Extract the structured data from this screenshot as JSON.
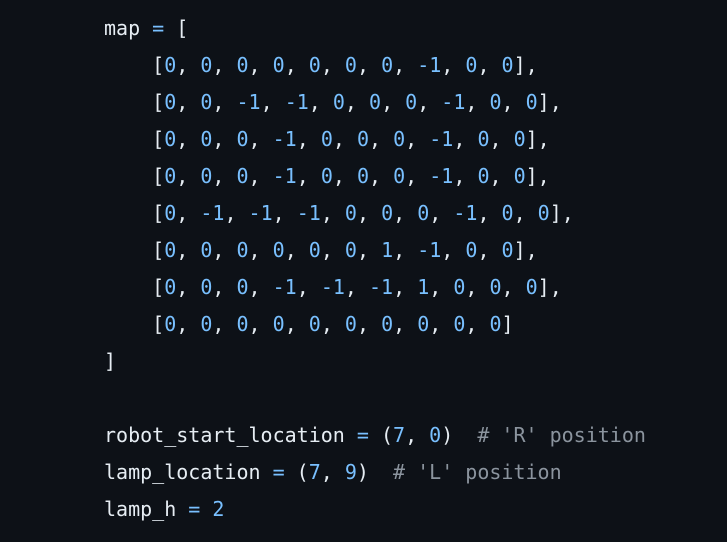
{
  "code_lines": [
    [
      {
        "k": "i",
        "t": "map"
      },
      {
        "k": "p",
        "t": " "
      },
      {
        "k": "o",
        "t": "="
      },
      {
        "k": "p",
        "t": " ["
      }
    ],
    [
      {
        "k": "p",
        "t": "    ["
      },
      {
        "k": "n",
        "t": "0"
      },
      {
        "k": "p",
        "t": ", "
      },
      {
        "k": "n",
        "t": "0"
      },
      {
        "k": "p",
        "t": ", "
      },
      {
        "k": "n",
        "t": "0"
      },
      {
        "k": "p",
        "t": ", "
      },
      {
        "k": "n",
        "t": "0"
      },
      {
        "k": "p",
        "t": ", "
      },
      {
        "k": "n",
        "t": "0"
      },
      {
        "k": "p",
        "t": ", "
      },
      {
        "k": "n",
        "t": "0"
      },
      {
        "k": "p",
        "t": ", "
      },
      {
        "k": "n",
        "t": "0"
      },
      {
        "k": "p",
        "t": ", "
      },
      {
        "k": "n",
        "t": "-1"
      },
      {
        "k": "p",
        "t": ", "
      },
      {
        "k": "n",
        "t": "0"
      },
      {
        "k": "p",
        "t": ", "
      },
      {
        "k": "n",
        "t": "0"
      },
      {
        "k": "p",
        "t": "],"
      }
    ],
    [
      {
        "k": "p",
        "t": "    ["
      },
      {
        "k": "n",
        "t": "0"
      },
      {
        "k": "p",
        "t": ", "
      },
      {
        "k": "n",
        "t": "0"
      },
      {
        "k": "p",
        "t": ", "
      },
      {
        "k": "n",
        "t": "-1"
      },
      {
        "k": "p",
        "t": ", "
      },
      {
        "k": "n",
        "t": "-1"
      },
      {
        "k": "p",
        "t": ", "
      },
      {
        "k": "n",
        "t": "0"
      },
      {
        "k": "p",
        "t": ", "
      },
      {
        "k": "n",
        "t": "0"
      },
      {
        "k": "p",
        "t": ", "
      },
      {
        "k": "n",
        "t": "0"
      },
      {
        "k": "p",
        "t": ", "
      },
      {
        "k": "n",
        "t": "-1"
      },
      {
        "k": "p",
        "t": ", "
      },
      {
        "k": "n",
        "t": "0"
      },
      {
        "k": "p",
        "t": ", "
      },
      {
        "k": "n",
        "t": "0"
      },
      {
        "k": "p",
        "t": "],"
      }
    ],
    [
      {
        "k": "p",
        "t": "    ["
      },
      {
        "k": "n",
        "t": "0"
      },
      {
        "k": "p",
        "t": ", "
      },
      {
        "k": "n",
        "t": "0"
      },
      {
        "k": "p",
        "t": ", "
      },
      {
        "k": "n",
        "t": "0"
      },
      {
        "k": "p",
        "t": ", "
      },
      {
        "k": "n",
        "t": "-1"
      },
      {
        "k": "p",
        "t": ", "
      },
      {
        "k": "n",
        "t": "0"
      },
      {
        "k": "p",
        "t": ", "
      },
      {
        "k": "n",
        "t": "0"
      },
      {
        "k": "p",
        "t": ", "
      },
      {
        "k": "n",
        "t": "0"
      },
      {
        "k": "p",
        "t": ", "
      },
      {
        "k": "n",
        "t": "-1"
      },
      {
        "k": "p",
        "t": ", "
      },
      {
        "k": "n",
        "t": "0"
      },
      {
        "k": "p",
        "t": ", "
      },
      {
        "k": "n",
        "t": "0"
      },
      {
        "k": "p",
        "t": "],"
      }
    ],
    [
      {
        "k": "p",
        "t": "    ["
      },
      {
        "k": "n",
        "t": "0"
      },
      {
        "k": "p",
        "t": ", "
      },
      {
        "k": "n",
        "t": "0"
      },
      {
        "k": "p",
        "t": ", "
      },
      {
        "k": "n",
        "t": "0"
      },
      {
        "k": "p",
        "t": ", "
      },
      {
        "k": "n",
        "t": "-1"
      },
      {
        "k": "p",
        "t": ", "
      },
      {
        "k": "n",
        "t": "0"
      },
      {
        "k": "p",
        "t": ", "
      },
      {
        "k": "n",
        "t": "0"
      },
      {
        "k": "p",
        "t": ", "
      },
      {
        "k": "n",
        "t": "0"
      },
      {
        "k": "p",
        "t": ", "
      },
      {
        "k": "n",
        "t": "-1"
      },
      {
        "k": "p",
        "t": ", "
      },
      {
        "k": "n",
        "t": "0"
      },
      {
        "k": "p",
        "t": ", "
      },
      {
        "k": "n",
        "t": "0"
      },
      {
        "k": "p",
        "t": "],"
      }
    ],
    [
      {
        "k": "p",
        "t": "    ["
      },
      {
        "k": "n",
        "t": "0"
      },
      {
        "k": "p",
        "t": ", "
      },
      {
        "k": "n",
        "t": "-1"
      },
      {
        "k": "p",
        "t": ", "
      },
      {
        "k": "n",
        "t": "-1"
      },
      {
        "k": "p",
        "t": ", "
      },
      {
        "k": "n",
        "t": "-1"
      },
      {
        "k": "p",
        "t": ", "
      },
      {
        "k": "n",
        "t": "0"
      },
      {
        "k": "p",
        "t": ", "
      },
      {
        "k": "n",
        "t": "0"
      },
      {
        "k": "p",
        "t": ", "
      },
      {
        "k": "n",
        "t": "0"
      },
      {
        "k": "p",
        "t": ", "
      },
      {
        "k": "n",
        "t": "-1"
      },
      {
        "k": "p",
        "t": ", "
      },
      {
        "k": "n",
        "t": "0"
      },
      {
        "k": "p",
        "t": ", "
      },
      {
        "k": "n",
        "t": "0"
      },
      {
        "k": "p",
        "t": "],"
      }
    ],
    [
      {
        "k": "p",
        "t": "    ["
      },
      {
        "k": "n",
        "t": "0"
      },
      {
        "k": "p",
        "t": ", "
      },
      {
        "k": "n",
        "t": "0"
      },
      {
        "k": "p",
        "t": ", "
      },
      {
        "k": "n",
        "t": "0"
      },
      {
        "k": "p",
        "t": ", "
      },
      {
        "k": "n",
        "t": "0"
      },
      {
        "k": "p",
        "t": ", "
      },
      {
        "k": "n",
        "t": "0"
      },
      {
        "k": "p",
        "t": ", "
      },
      {
        "k": "n",
        "t": "0"
      },
      {
        "k": "p",
        "t": ", "
      },
      {
        "k": "n",
        "t": "1"
      },
      {
        "k": "p",
        "t": ", "
      },
      {
        "k": "n",
        "t": "-1"
      },
      {
        "k": "p",
        "t": ", "
      },
      {
        "k": "n",
        "t": "0"
      },
      {
        "k": "p",
        "t": ", "
      },
      {
        "k": "n",
        "t": "0"
      },
      {
        "k": "p",
        "t": "],"
      }
    ],
    [
      {
        "k": "p",
        "t": "    ["
      },
      {
        "k": "n",
        "t": "0"
      },
      {
        "k": "p",
        "t": ", "
      },
      {
        "k": "n",
        "t": "0"
      },
      {
        "k": "p",
        "t": ", "
      },
      {
        "k": "n",
        "t": "0"
      },
      {
        "k": "p",
        "t": ", "
      },
      {
        "k": "n",
        "t": "-1"
      },
      {
        "k": "p",
        "t": ", "
      },
      {
        "k": "n",
        "t": "-1"
      },
      {
        "k": "p",
        "t": ", "
      },
      {
        "k": "n",
        "t": "-1"
      },
      {
        "k": "p",
        "t": ", "
      },
      {
        "k": "n",
        "t": "1"
      },
      {
        "k": "p",
        "t": ", "
      },
      {
        "k": "n",
        "t": "0"
      },
      {
        "k": "p",
        "t": ", "
      },
      {
        "k": "n",
        "t": "0"
      },
      {
        "k": "p",
        "t": ", "
      },
      {
        "k": "n",
        "t": "0"
      },
      {
        "k": "p",
        "t": "],"
      }
    ],
    [
      {
        "k": "p",
        "t": "    ["
      },
      {
        "k": "n",
        "t": "0"
      },
      {
        "k": "p",
        "t": ", "
      },
      {
        "k": "n",
        "t": "0"
      },
      {
        "k": "p",
        "t": ", "
      },
      {
        "k": "n",
        "t": "0"
      },
      {
        "k": "p",
        "t": ", "
      },
      {
        "k": "n",
        "t": "0"
      },
      {
        "k": "p",
        "t": ", "
      },
      {
        "k": "n",
        "t": "0"
      },
      {
        "k": "p",
        "t": ", "
      },
      {
        "k": "n",
        "t": "0"
      },
      {
        "k": "p",
        "t": ", "
      },
      {
        "k": "n",
        "t": "0"
      },
      {
        "k": "p",
        "t": ", "
      },
      {
        "k": "n",
        "t": "0"
      },
      {
        "k": "p",
        "t": ", "
      },
      {
        "k": "n",
        "t": "0"
      },
      {
        "k": "p",
        "t": ", "
      },
      {
        "k": "n",
        "t": "0"
      },
      {
        "k": "p",
        "t": "]"
      }
    ],
    [
      {
        "k": "p",
        "t": "]"
      }
    ],
    [],
    [
      {
        "k": "i",
        "t": "robot_start_location"
      },
      {
        "k": "p",
        "t": " "
      },
      {
        "k": "o",
        "t": "="
      },
      {
        "k": "p",
        "t": " ("
      },
      {
        "k": "n",
        "t": "7"
      },
      {
        "k": "p",
        "t": ", "
      },
      {
        "k": "n",
        "t": "0"
      },
      {
        "k": "p",
        "t": ")  "
      },
      {
        "k": "c",
        "t": "# 'R' position"
      }
    ],
    [
      {
        "k": "i",
        "t": "lamp_location"
      },
      {
        "k": "p",
        "t": " "
      },
      {
        "k": "o",
        "t": "="
      },
      {
        "k": "p",
        "t": " ("
      },
      {
        "k": "n",
        "t": "7"
      },
      {
        "k": "p",
        "t": ", "
      },
      {
        "k": "n",
        "t": "9"
      },
      {
        "k": "p",
        "t": ")  "
      },
      {
        "k": "c",
        "t": "# 'L' position"
      }
    ],
    [
      {
        "k": "i",
        "t": "lamp_h"
      },
      {
        "k": "p",
        "t": " "
      },
      {
        "k": "o",
        "t": "="
      },
      {
        "k": "p",
        "t": " "
      },
      {
        "k": "n",
        "t": "2"
      }
    ]
  ]
}
